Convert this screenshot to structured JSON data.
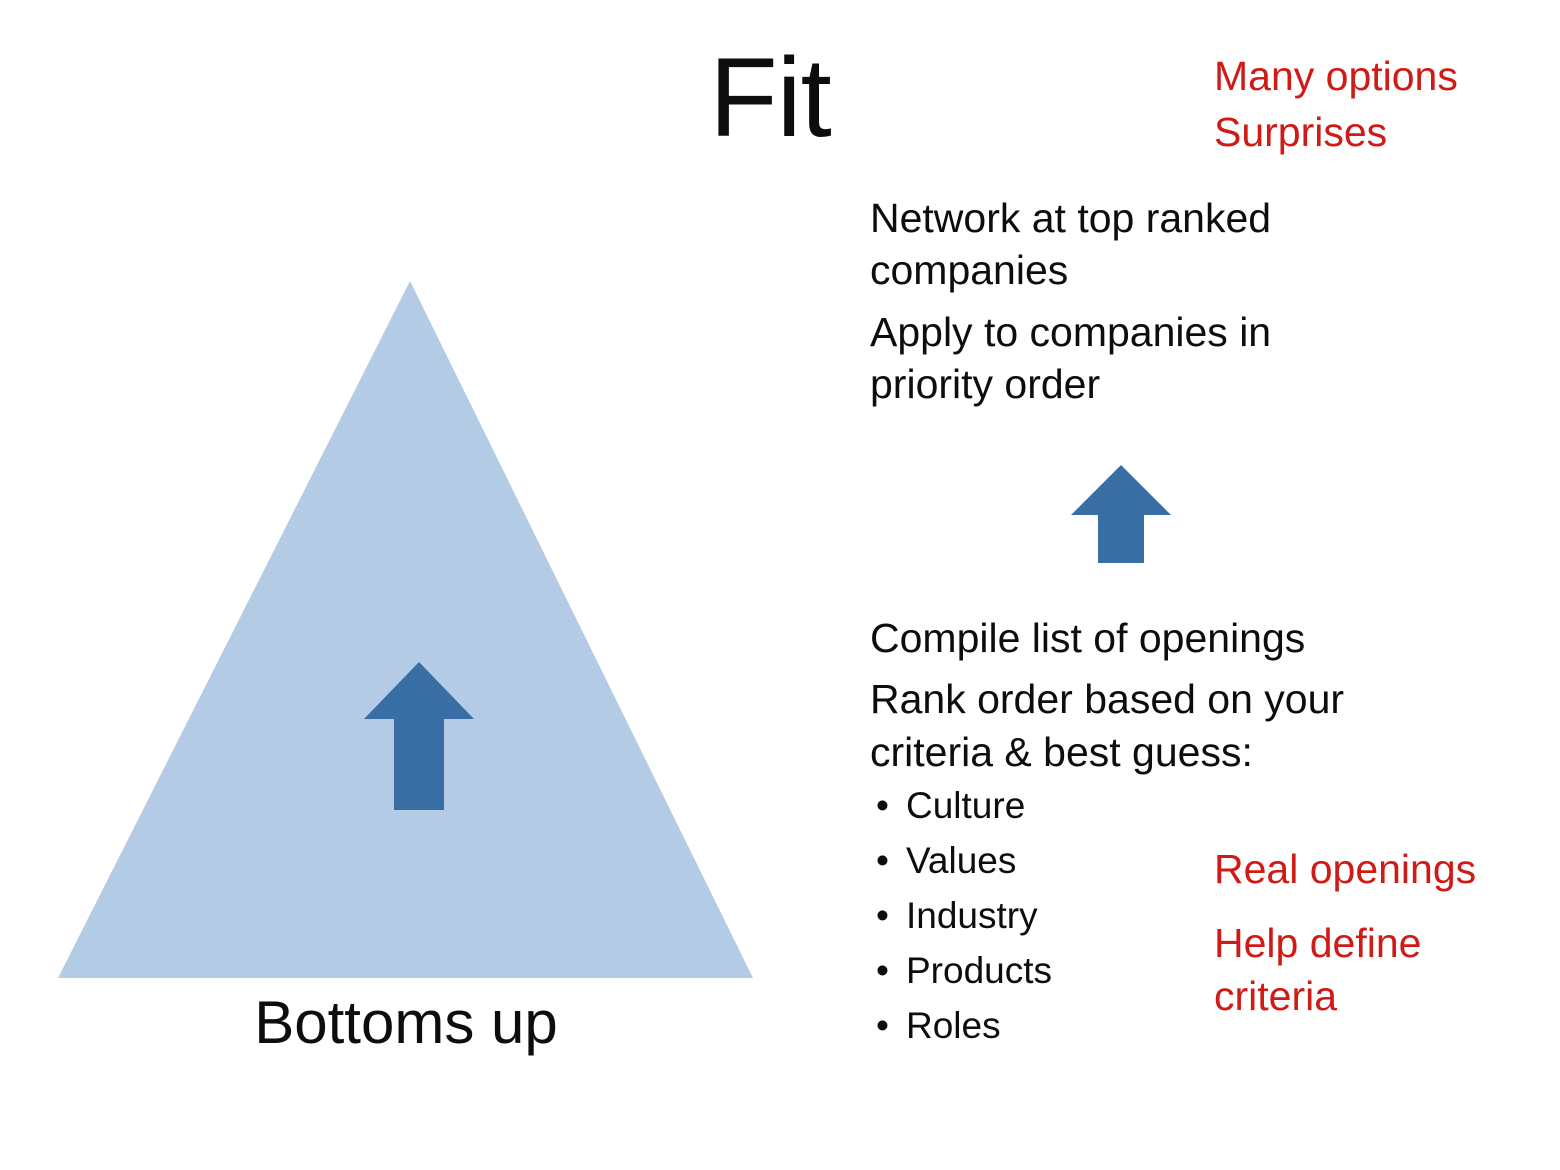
{
  "slide": {
    "title": "Fit",
    "background_color": "#ffffff"
  },
  "colors": {
    "triangle_fill": "#b4cbe6",
    "arrow_fill": "#396ea5",
    "text": "#0d0d0d",
    "annotation_red": "#cf1a15"
  },
  "pyramid": {
    "caption": "Bottoms up",
    "arrow_icon": "up-arrow-icon"
  },
  "arrows": {
    "middle_arrow_icon": "up-arrow-icon"
  },
  "top_block": {
    "lines": [
      "Network at top ranked companies",
      "Apply to companies in priority order"
    ]
  },
  "bottom_block": {
    "lines": [
      "Compile list of openings",
      "Rank order based on your criteria & best guess:"
    ],
    "criteria": [
      "Culture",
      "Values",
      "Industry",
      "Products",
      "Roles"
    ],
    "bullet_glyph": "•"
  },
  "annotations": {
    "top_right": [
      "Many options",
      "Surprises"
    ],
    "bottom_right": [
      "Real openings",
      "Help define criteria"
    ]
  }
}
